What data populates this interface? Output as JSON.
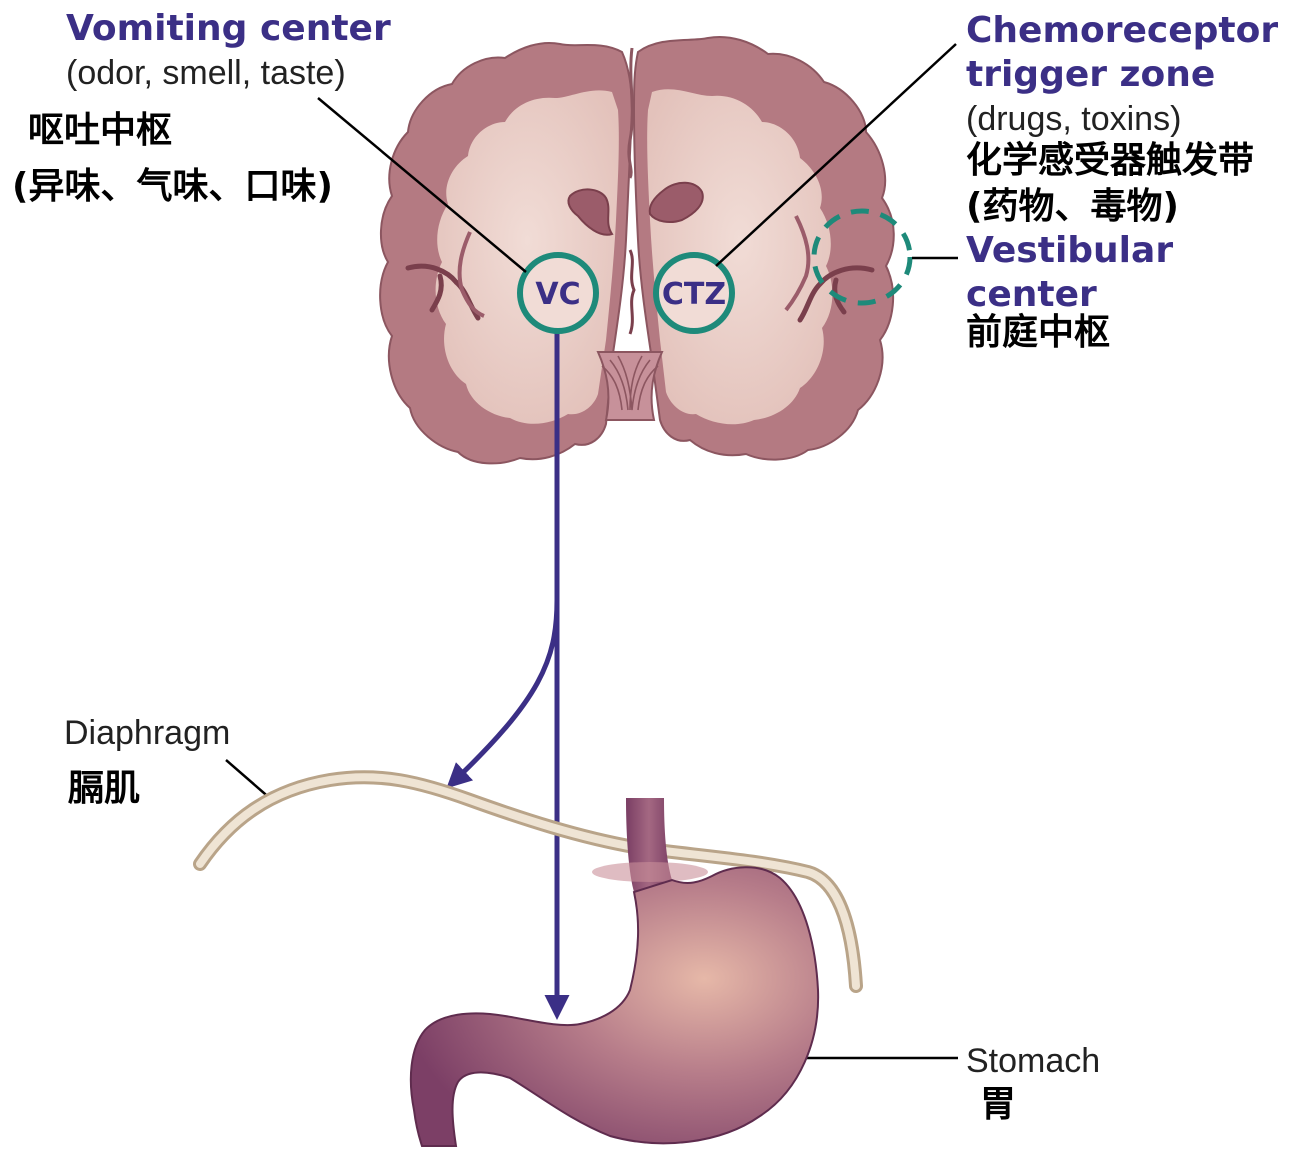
{
  "labels": {
    "vomiting_center": {
      "title": "Vomiting center",
      "subtitle": "(odor, smell, taste)",
      "zh_title": "呕吐中枢",
      "zh_subtitle": "(异味、气味、口味)"
    },
    "ctz": {
      "title_line1": "Chemoreceptor",
      "title_line2": "trigger zone",
      "subtitle": "(drugs, toxins)",
      "zh_title": "化学感受器触发带",
      "zh_subtitle": "(药物、毒物)"
    },
    "vestibular": {
      "title_line1": "Vestibular",
      "title_line2": "center",
      "zh_title": "前庭中枢"
    },
    "diaphragm": {
      "title": "Diaphragm",
      "zh_title": "膈肌"
    },
    "stomach": {
      "title": "Stomach",
      "zh_title": "胃"
    },
    "circle_vc": "VC",
    "circle_ctz": "CTZ"
  },
  "colors": {
    "brain_outer": "#b47a82",
    "brain_inner": "#e8cbc5",
    "brain_ventricle": "#9b5c6a",
    "circle_teal": "#1e8a7a",
    "pathway_purple": "#3b2f86",
    "label_purple": "#3b2f86",
    "stomach": "#9a5b7c",
    "diaphragm": "#e9dcc8"
  }
}
